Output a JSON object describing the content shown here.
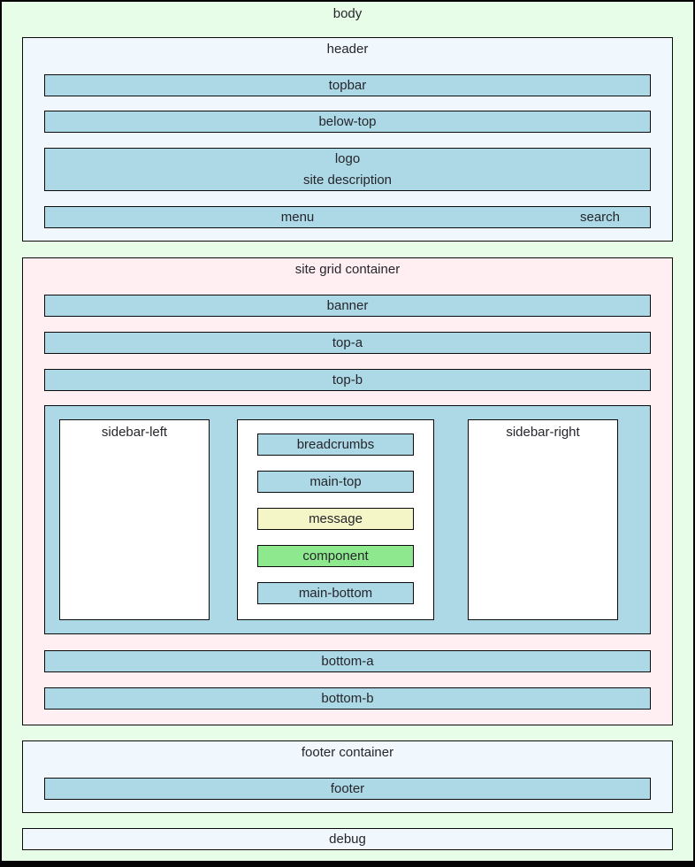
{
  "body_label": "body",
  "header": {
    "label": "header",
    "topbar": "topbar",
    "below_top": "below-top",
    "logo": "logo",
    "site_description": "site description",
    "menu": "menu",
    "search": "search"
  },
  "site_grid": {
    "label": "site grid container",
    "banner": "banner",
    "top_a": "top-a",
    "top_b": "top-b",
    "sidebar_left": "sidebar-left",
    "breadcrumbs": "breadcrumbs",
    "main_top": "main-top",
    "message": "message",
    "component": "component",
    "main_bottom": "main-bottom",
    "sidebar_right": "sidebar-right",
    "bottom_a": "bottom-a",
    "bottom_b": "bottom-b"
  },
  "footer": {
    "label": "footer container",
    "position": "footer"
  },
  "debug_label": "debug",
  "colors": {
    "body_bg": "#e8fde8",
    "container_bg": "#f0f7fd",
    "position_bar_bg": "#add8e6",
    "grid_container_bg": "#ffeff3",
    "message_bg": "#f5f6c8",
    "component_bg": "#8ee88e",
    "border": "#0a0a0a",
    "text": "#24262b"
  }
}
